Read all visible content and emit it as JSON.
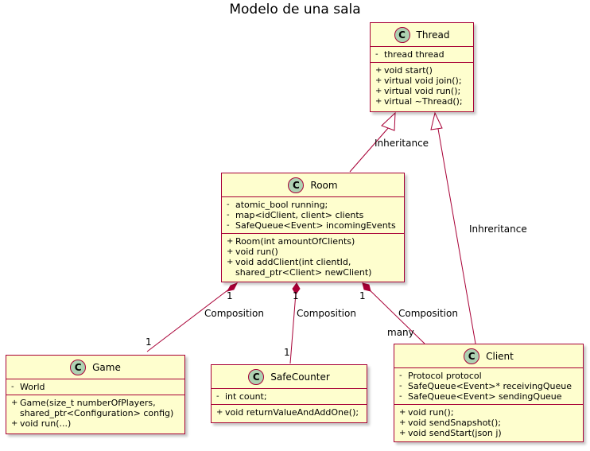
{
  "title": "Modelo de una sala",
  "classes": {
    "thread": {
      "name": "Thread",
      "attributes": [
        {
          "vis": "-",
          "text": "thread thread"
        }
      ],
      "methods": [
        {
          "vis": "+",
          "text": "void start()"
        },
        {
          "vis": "+",
          "text": "virtual void join();"
        },
        {
          "vis": "+",
          "text": "virtual void run();"
        },
        {
          "vis": "+",
          "text": "virtual ~Thread();"
        }
      ]
    },
    "room": {
      "name": "Room",
      "attributes": [
        {
          "vis": "-",
          "text": "atomic_bool running;"
        },
        {
          "vis": "-",
          "text": "map<idClient, client> clients"
        },
        {
          "vis": "-",
          "text": "SafeQueue<Event> incomingEvents"
        }
      ],
      "methods": [
        {
          "vis": "+",
          "text": "Room(int amountOfClients)"
        },
        {
          "vis": "+",
          "text": "void run()"
        },
        {
          "vis": "+",
          "text": "void addClient(int clientId,"
        },
        {
          "vis": "",
          "text": "shared_ptr<Client> newClient)"
        }
      ]
    },
    "game": {
      "name": "Game",
      "attributes": [
        {
          "vis": "-",
          "text": "World"
        }
      ],
      "methods": [
        {
          "vis": "+",
          "text": "Game(size_t numberOfPlayers,"
        },
        {
          "vis": "",
          "text": "shared_ptr<Configuration> config)"
        },
        {
          "vis": "+",
          "text": "void run(...)"
        }
      ]
    },
    "safecounter": {
      "name": "SafeCounter",
      "attributes": [
        {
          "vis": "-",
          "text": "int count;"
        }
      ],
      "methods": [
        {
          "vis": "+",
          "text": "void returnValueAndAddOne();"
        }
      ]
    },
    "client": {
      "name": "Client",
      "attributes": [
        {
          "vis": "-",
          "text": "Protocol protocol"
        },
        {
          "vis": "-",
          "text": "SafeQueue<Event>* receivingQueue"
        },
        {
          "vis": "-",
          "text": "SafeQueue<Event> sendingQueue"
        }
      ],
      "methods": [
        {
          "vis": "+",
          "text": "void run();"
        },
        {
          "vis": "+",
          "text": "void sendSnapshot();"
        },
        {
          "vis": "+",
          "text": "void sendStart(json j)"
        }
      ]
    }
  },
  "relations": {
    "room_thread": {
      "label": "Inheritance"
    },
    "client_thread": {
      "label": "Inhreritance"
    },
    "room_game": {
      "label": "Composition",
      "from_mult": "1",
      "to_mult": "1"
    },
    "room_counter": {
      "label": "Composition",
      "from_mult": "1",
      "to_mult": "1"
    },
    "room_client": {
      "label": "Composition",
      "from_mult": "1",
      "to_mult": "many"
    }
  },
  "colors": {
    "class_fill": "#FEFECE",
    "border": "#A80036",
    "class_icon": "#ADD1B2"
  }
}
